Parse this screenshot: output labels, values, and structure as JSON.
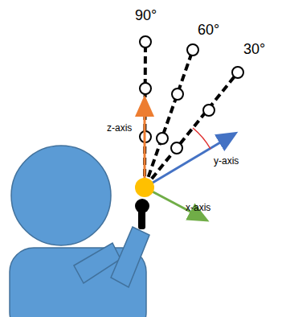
{
  "diagram": {
    "labels": [
      "90°",
      "60°",
      "30°",
      "z-axis",
      "y-axis",
      "x-axis"
    ]
  }
}
